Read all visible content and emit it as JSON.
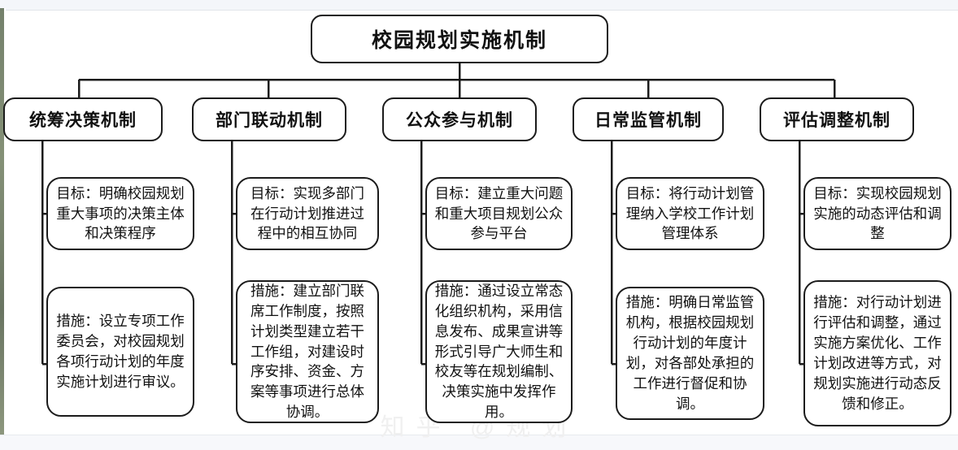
{
  "diagram": {
    "title": "校园规划实施机制",
    "type": "org-tree",
    "root": {
      "label": "校园规划实施机制"
    },
    "branches": [
      {
        "id": "overall-decision",
        "label": "统筹决策机制",
        "goal": "目标：明确校园规划重大事项的决策主体和决策程序",
        "measure": "措施：设立专项工作委员会，对校园规划各项行动计划的年度实施计划进行审议。"
      },
      {
        "id": "department-linkage",
        "label": "部门联动机制",
        "goal": "目标：实现多部门在行动计划推进过程中的相互协同",
        "measure": "措施：建立部门联席工作制度，按照计划类型建立若干工作组，对建设时序安排、资金、方案等事项进行总体协调。"
      },
      {
        "id": "public-participation",
        "label": "公众参与机制",
        "goal": "目标：建立重大问题和重大项目规划公众参与平台",
        "measure": "措施：通过设立常态化组织机构，采用信息发布、成果宣讲等形式引导广大师生和校友等在规划编制、决策实施中发挥作用。"
      },
      {
        "id": "daily-supervision",
        "label": "日常监管机制",
        "goal": "目标：将行动计划管理纳入学校工作计划管理体系",
        "measure": "措施：明确日常监管机构，根据校园规划行动计划的年度计划，对各部处承担的工作进行督促和协调。"
      },
      {
        "id": "evaluation-adjustment",
        "label": "评估调整机制",
        "goal": "目标：实现校园规划实施的动态评估和调整",
        "measure": "措施：对行动计划进行评估和调整，通过实施方案优化、工作计划改进等方式，对规划实施进行动态反馈和修正。"
      }
    ],
    "watermark": "知乎 @规划",
    "colors": {
      "stroke": "#1b1b1b",
      "fill": "#ffffff",
      "text": "#111111",
      "page": "#ffffff"
    }
  }
}
